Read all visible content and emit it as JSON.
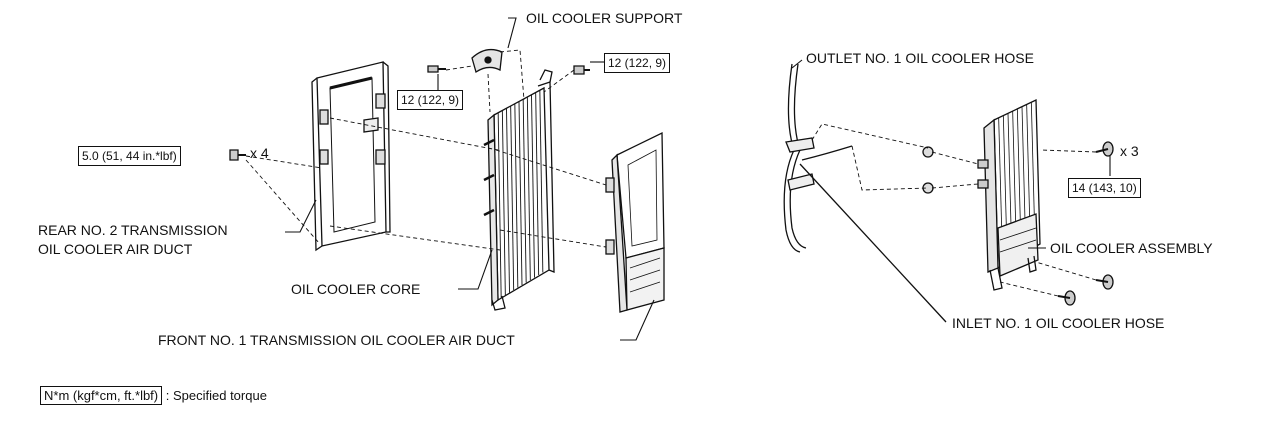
{
  "labels": {
    "oil_cooler_support": "OIL COOLER SUPPORT",
    "rear_duct_line1": "REAR NO. 2 TRANSMISSION",
    "rear_duct_line2": "OIL COOLER AIR DUCT",
    "oil_cooler_core": "OIL COOLER CORE",
    "front_duct": "FRONT NO. 1 TRANSMISSION OIL COOLER AIR DUCT",
    "outlet_hose": "OUTLET NO. 1 OIL COOLER HOSE",
    "oil_cooler_assembly": "OIL COOLER ASSEMBLY",
    "inlet_hose": "INLET NO. 1 OIL COOLER HOSE"
  },
  "torques": {
    "support_left": "12 (122, 9)",
    "support_right": "12 (122, 9)",
    "duct_screws": "5.0 (51, 44 in.*lbf)",
    "assembly_bolts": "14 (143, 10)"
  },
  "multipliers": {
    "duct_screws": "x 4",
    "assembly_bolts": "x 3"
  },
  "legend": {
    "unit_box": "N*m (kgf*cm, ft.*lbf)",
    "description": ": Specified torque"
  }
}
